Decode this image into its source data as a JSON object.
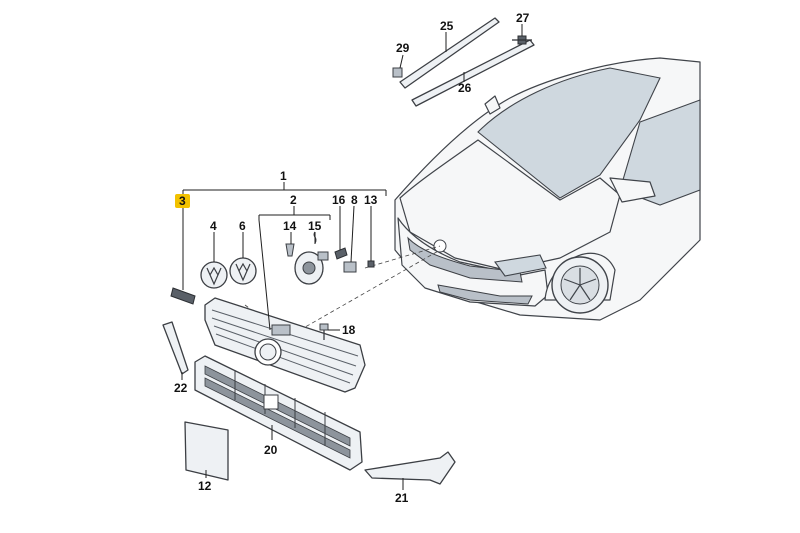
{
  "callouts": {
    "c1": "1",
    "c2": "2",
    "c3": "3",
    "c4": "4",
    "c6": "6",
    "c8": "8",
    "c12": "12",
    "c13": "13",
    "c14": "14",
    "c15": "15",
    "c16": "16",
    "c18": "18",
    "c20": "20",
    "c21": "21",
    "c22": "22",
    "c25": "25",
    "c26": "26",
    "c27": "27",
    "c29": "29"
  },
  "highlight": {
    "callout": "3",
    "color": "#f2c200"
  }
}
